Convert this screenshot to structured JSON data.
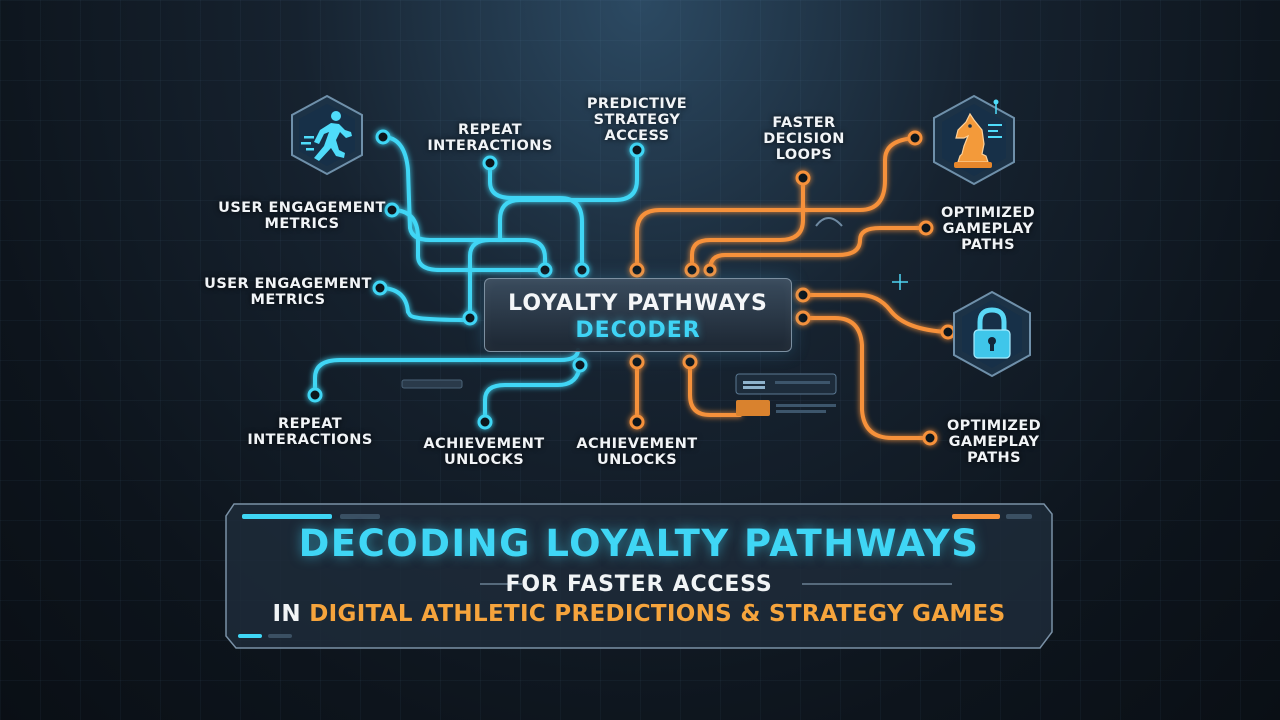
{
  "hub": {
    "line1": "LOYALTY PATHWAYS",
    "line2": "DECODER"
  },
  "labels": {
    "user_engagement_top": "USER ENGAGEMENT\nMETRICS",
    "user_engagement_mid": "USER ENGAGEMENT\nMETRICS",
    "repeat_interactions_top": "REPEAT\nINTERACTIONS",
    "repeat_interactions_bottom": "REPEAT\nINTERACTIONS",
    "predictive_strategy": "PREDICTIVE\nSTRATEGY\nACCESS",
    "faster_decision": "FASTER\nDECISION\nLOOPS",
    "optimized_top": "OPTIMIZED\nGAMEPLAY\nPATHS",
    "optimized_bottom": "OPTIMIZED\nGAMEPLAY\nPATHS",
    "achievement_left": "ACHIEVEMENT\nUNLOCKS",
    "achievement_right": "ACHIEVEMENT\nUNLOCKS"
  },
  "icons": {
    "left_top": "running-athlete-icon",
    "right_top": "chess-knight-icon",
    "right_mid": "padlock-icon"
  },
  "banner": {
    "title": "DECODING LOYALTY PATHWAYS",
    "subtitle": "FOR FASTER ACCESS",
    "tagline_prefix": "IN",
    "tagline_highlight": "DIGITAL ATHLETIC PREDICTIONS & STRATEGY GAMES"
  },
  "colors": {
    "cyan": "#3fd6f5",
    "orange": "#f6913a",
    "background": "#0d141c"
  }
}
